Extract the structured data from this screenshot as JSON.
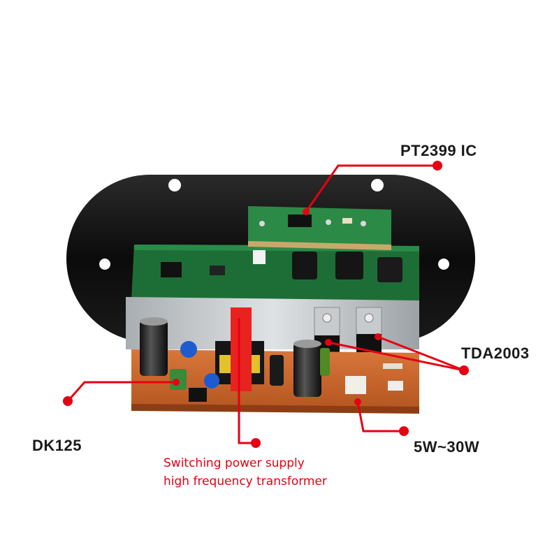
{
  "labels": {
    "pt2399": "PT2399 IC",
    "tda2003": "TDA2003",
    "dk125": "DK125",
    "power": "5W~30W",
    "transformer_line1": "Switching power supply",
    "transformer_line2": "high frequency transformer"
  },
  "colors": {
    "annotation_red": "#e60012",
    "plate": "#0d0d0d",
    "pcb_green": "#1f7a3c",
    "pcb_brown": "#c6622a",
    "heatsink": "#bfc4c8"
  },
  "icons": [
    "marker-dot-icon"
  ]
}
